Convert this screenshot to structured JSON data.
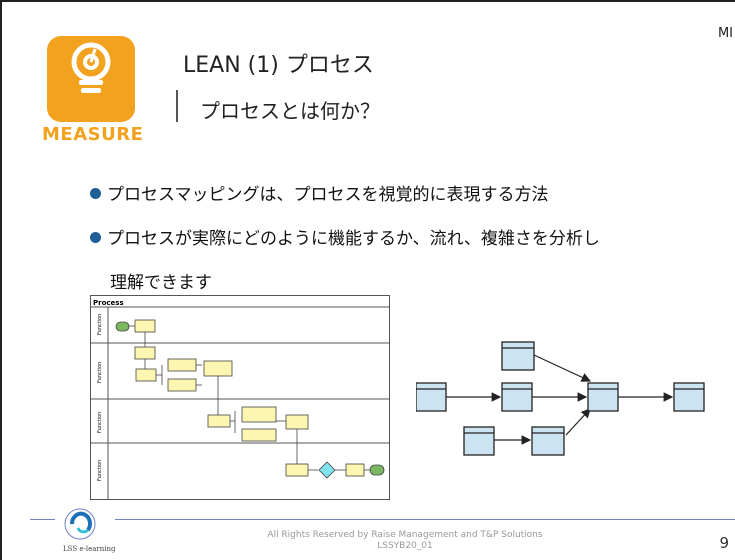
{
  "header": {
    "corner_text": "MI",
    "title": "LEAN (1) プロセス",
    "subtitle": "プロセスとは何か？",
    "badge_label": "MEASURE"
  },
  "bullets": [
    "プロセスマッピングは、プロセスを視覚的に表現する方法",
    "プロセスが実際にどのように機能するか、流れ、複雑さを分析し",
    "理解できます"
  ],
  "swimlane": {
    "header": "Process",
    "lane_labels": [
      "Function",
      "Function",
      "Function",
      "Function"
    ]
  },
  "footer": {
    "brand": "LSS e-learning",
    "copyright": "All Rights Reserved by Raise Management and T&P Solutions",
    "doc_id": "LSSYB20_01",
    "page_number": "9"
  },
  "colors": {
    "accent_orange": "#f3a21f",
    "bullet_blue": "#1f5e97",
    "process_box": "#fdf6b0",
    "node_fill": "#cce4f1"
  }
}
